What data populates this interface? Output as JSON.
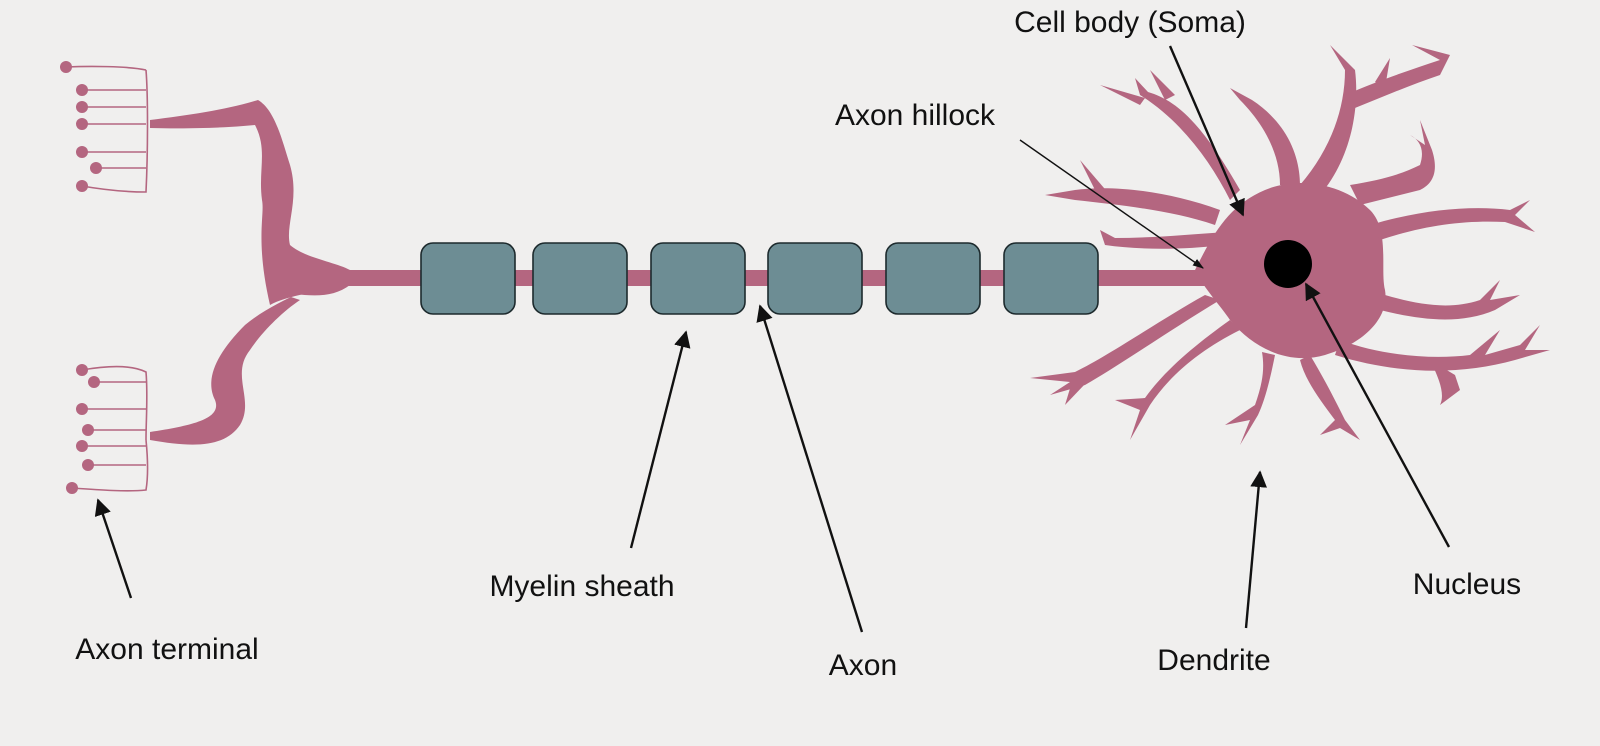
{
  "diagram": {
    "labels": {
      "cell_body": "Cell body (Soma)",
      "axon_hillock": "Axon hillock",
      "myelin_sheath": "Myelin sheath",
      "axon": "Axon",
      "axon_terminal": "Axon terminal",
      "dendrite": "Dendrite",
      "nucleus": "Nucleus"
    },
    "colors": {
      "background": "#f0efee",
      "neuron": "#b46680",
      "myelin": "#6d8d94",
      "nucleus": "#000000",
      "arrows": "#111111"
    }
  }
}
